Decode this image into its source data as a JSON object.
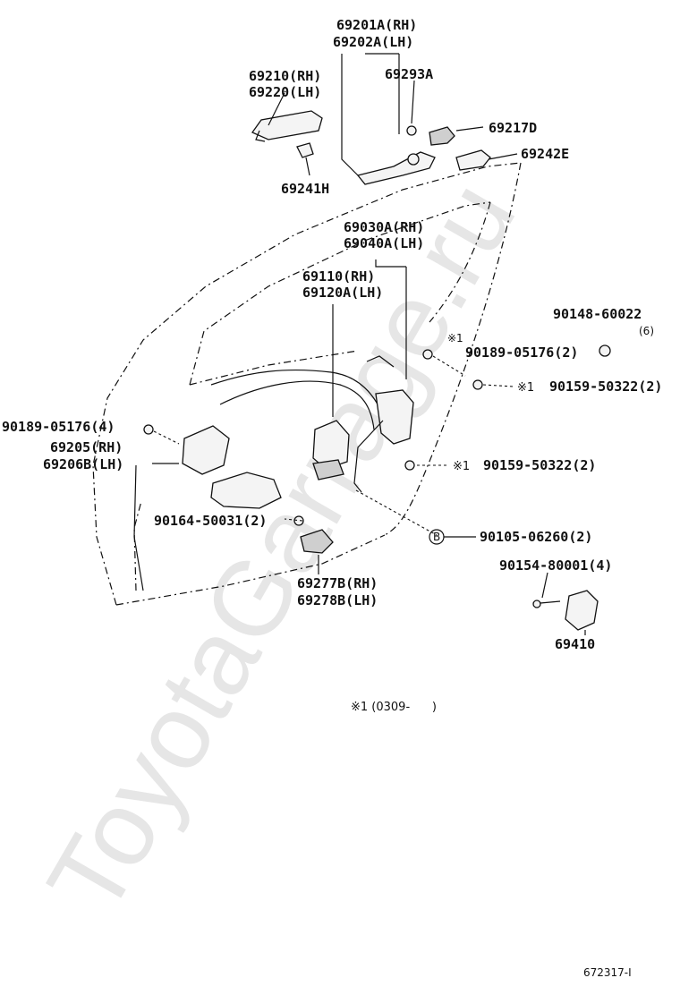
{
  "watermark": "ToyotaGarrage.ru",
  "parts": {
    "p69201A": "69201A(RH)",
    "p69202A": "69202A(LH)",
    "p69210": "69210(RH)",
    "p69220": "69220(LH)",
    "p69293A": "69293A",
    "p69217D": "69217D",
    "p69242E": "69242E",
    "p69241H": "69241H",
    "p69030A": "69030A(RH)",
    "p69040A": "69040A(LH)",
    "p69110": "69110(RH)",
    "p69120A": "69120A(LH)",
    "p90148": "90148-60022",
    "p90148_qty": "(6)",
    "p90189_top": "90189-05176(2)",
    "p90159_a": "90159-50322(2)",
    "p90189_left": "90189-05176(4)",
    "p69205": "69205(RH)",
    "p69206B": "69206B(LH)",
    "p90159_b": "90159-50322(2)",
    "p90164": "90164-50031(2)",
    "p90105": "90105-06260(2)",
    "p90154": "90154-80001(4)",
    "p69277B": "69277B(RH)",
    "p69278B": "69278B(LH)",
    "p69410": "69410"
  },
  "marks": {
    "note1": "※1",
    "note1b": "※1",
    "note1c": "※1",
    "circle_b": "B"
  },
  "footnote": "※1 (0309-      )",
  "drawing_id": "672317-I"
}
